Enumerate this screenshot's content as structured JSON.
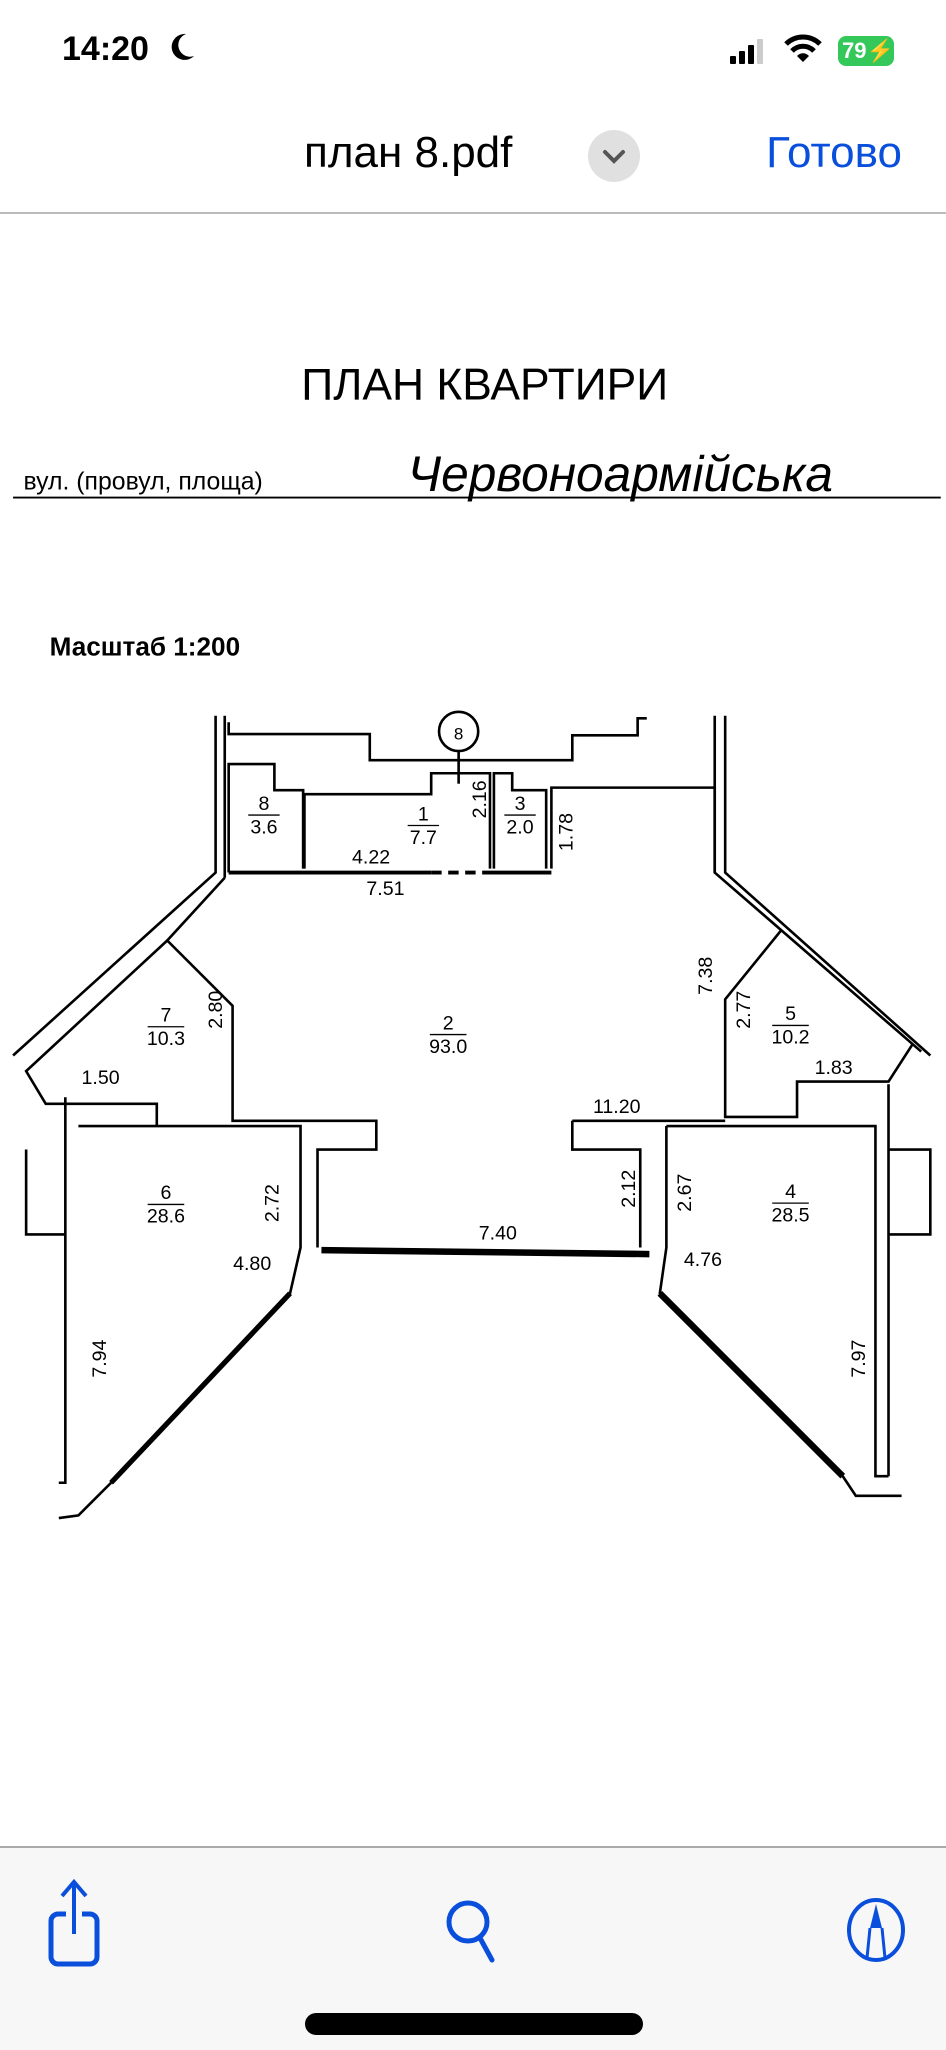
{
  "status_bar": {
    "time": "14:20",
    "battery": "79",
    "icons": [
      "moon-icon",
      "signal-icon",
      "wifi-icon",
      "battery-charging-icon"
    ]
  },
  "nav": {
    "title": "план 8.pdf",
    "done_label": "Готово",
    "accent": "#0a4fdc"
  },
  "document": {
    "heading": "ПЛАН КВАРТИРИ",
    "street_label": "вул. (провул, площа)",
    "street_value": "Червоноармійська",
    "scale_label": "Масштаб 1:200",
    "marker": "8",
    "rooms": [
      {
        "num": "8",
        "area": "3.6"
      },
      {
        "num": "1",
        "area": "7.7"
      },
      {
        "num": "3",
        "area": "2.0"
      },
      {
        "num": "7",
        "area": "10.3"
      },
      {
        "num": "2",
        "area": "93.0"
      },
      {
        "num": "5",
        "area": "10.2"
      },
      {
        "num": "6",
        "area": "28.6"
      },
      {
        "num": "4",
        "area": "28.5"
      }
    ],
    "dimensions": [
      "2.16",
      "1.78",
      "4.22",
      "7.51",
      "2.80",
      "1.50",
      "7.38",
      "2.77",
      "1.83",
      "11.20",
      "2.72",
      "4.80",
      "7.94",
      "7.40",
      "2.12",
      "2.67",
      "4.76",
      "7.97"
    ]
  },
  "toolbar": {
    "icons": [
      "share-icon",
      "search-icon",
      "markup-icon"
    ]
  }
}
